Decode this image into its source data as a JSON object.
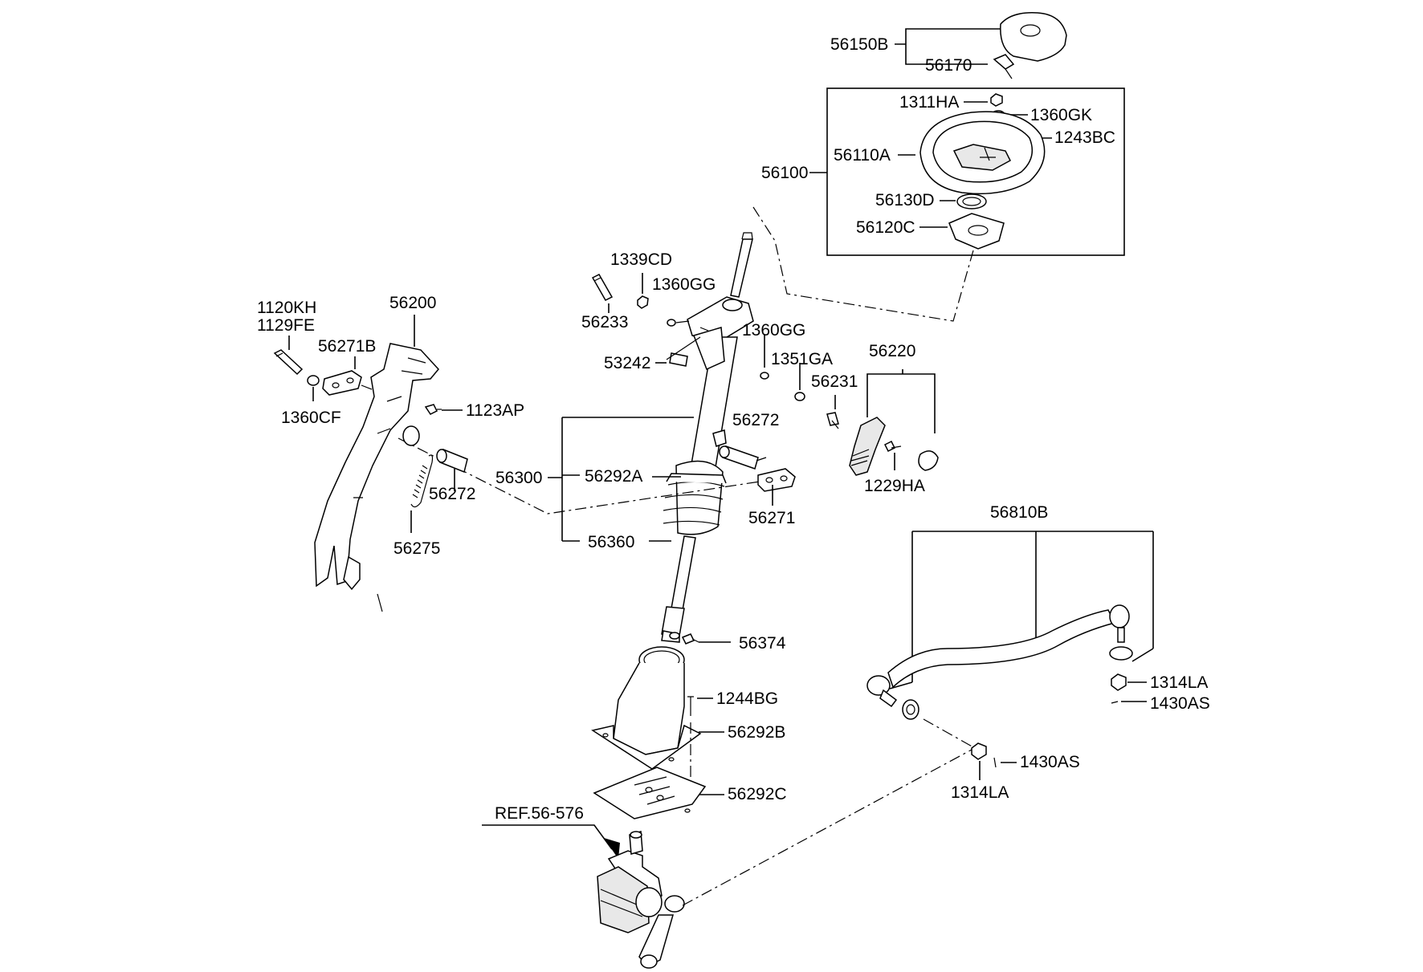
{
  "labels": {
    "p56150B": "56150B",
    "p56170": "56170",
    "p1311HA": "1311HA",
    "p1360GK": "1360GK",
    "p1243BC": "1243BC",
    "p56110A": "56110A",
    "p56100": "56100",
    "p56130D": "56130D",
    "p56120C": "56120C",
    "p1339CD": "1339CD",
    "p1360GG_a": "1360GG",
    "p56233": "56233",
    "p1360GG_b": "1360GG",
    "p53242": "53242",
    "p1351GA": "1351GA",
    "p56220": "56220",
    "p56231": "56231",
    "p56272_a": "56272",
    "p1229HA": "1229HA",
    "p56271": "56271",
    "p56300": "56300",
    "p56292A": "56292A",
    "p56360": "56360",
    "p1120KH": "1120KH",
    "p1129FE": "1129FE",
    "p56200": "56200",
    "p56271B": "56271B",
    "p1360CF": "1360CF",
    "p1123AP": "1123AP",
    "p56272_b": "56272",
    "p56275": "56275",
    "p56374": "56374",
    "p1244BG": "1244BG",
    "p56292B": "56292B",
    "p56292C": "56292C",
    "ref": "REF.56-576",
    "p56810B": "56810B",
    "p1314LA_a": "1314LA",
    "p1430AS_a": "1430AS",
    "p1430AS_b": "1430AS",
    "p1314LA_b": "1314LA"
  }
}
